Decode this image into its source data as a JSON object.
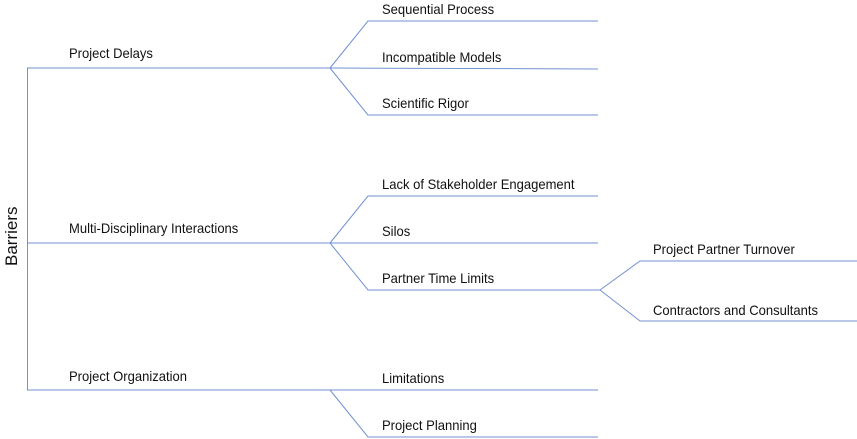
{
  "root": "Barriers",
  "line_color": "#7392d2",
  "branches": [
    {
      "label": "Project Delays",
      "children": [
        "Sequential Process",
        "Incompatible Models",
        "Scientific Rigor"
      ]
    },
    {
      "label": "Multi-Disciplinary Interactions",
      "children": [
        "Lack of Stakeholder Engagement",
        "Silos",
        "Partner Time Limits"
      ],
      "sub_children": [
        "Project Partner Turnover",
        "Contractors and Consultants"
      ]
    },
    {
      "label": "Project Organization",
      "children": [
        "Limitations",
        "Project Planning"
      ]
    }
  ]
}
